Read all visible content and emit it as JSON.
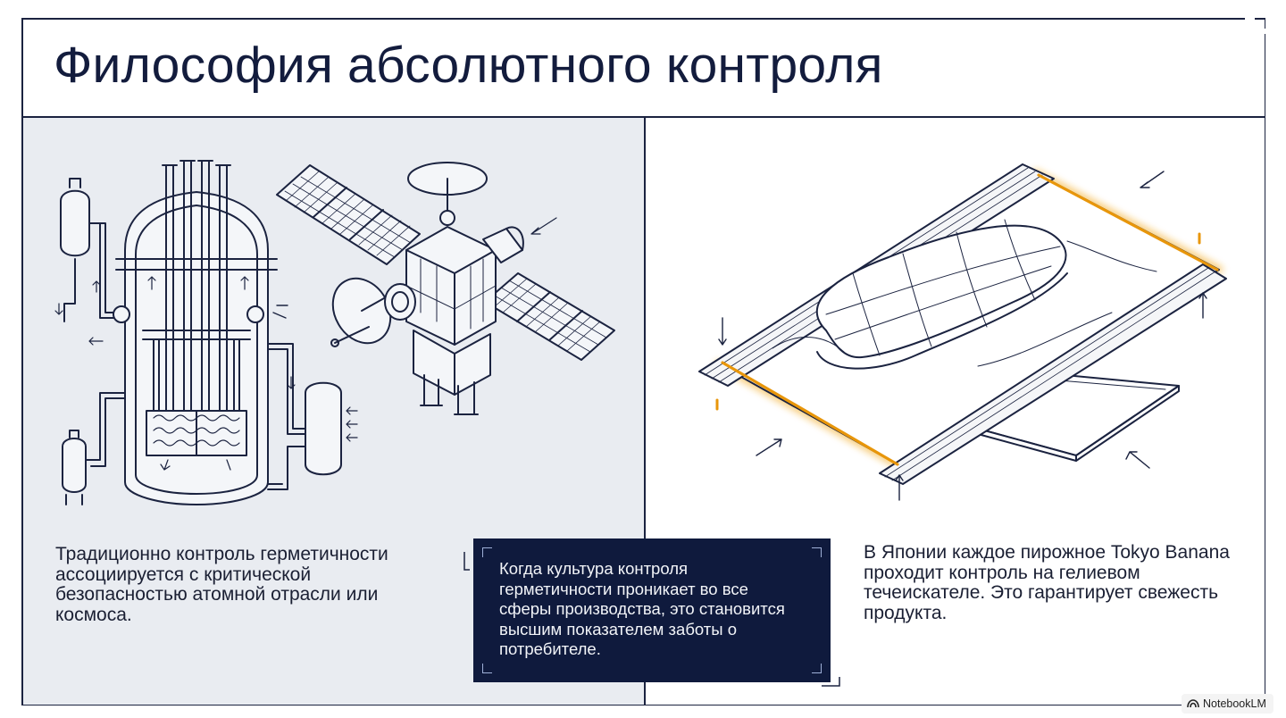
{
  "slide": {
    "title": "Философия абсолютного контроля",
    "left_text": "Традиционно контроль герметичности ассоциируется с критической безопасностью атомной отрасли или космоса.",
    "callout_text": "Когда культура контроля герметичности проникает во все сферы производства, это становится высшим показателем заботы о потребителе.",
    "right_text": "В Японии каждое пирожное Tokyo Banana проходит контроль на гелиевом течеискателе. Это гарантирует свежесть продукта."
  },
  "watermark": {
    "label": "NotebookLM",
    "icon": "notebooklm-logo-icon"
  },
  "colors": {
    "navy": "#0f1a3d",
    "line": "#1b2340",
    "panel_left_bg": "#e9ecf1",
    "highlight": "#f2a516"
  }
}
